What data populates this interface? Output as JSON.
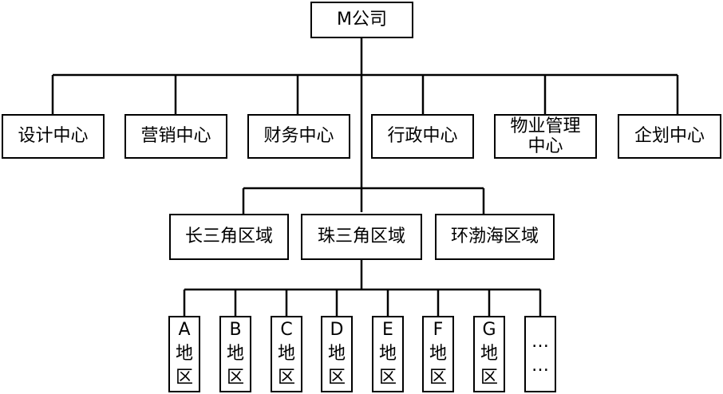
{
  "root": {
    "label": "M公司"
  },
  "centers": [
    {
      "label": "设计中心"
    },
    {
      "label": "营销中心"
    },
    {
      "label": "财务中心"
    },
    {
      "label": "行政中心"
    },
    {
      "label": "物业管理中心",
      "line1": "物业管理",
      "line2": "中心"
    },
    {
      "label": "企划中心"
    }
  ],
  "regions": [
    {
      "label": "长三角区域"
    },
    {
      "label": "珠三角区域"
    },
    {
      "label": "环渤海区域"
    }
  ],
  "districts": [
    {
      "letter": "A",
      "char1": "地",
      "char2": "区"
    },
    {
      "letter": "B",
      "char1": "地",
      "char2": "区"
    },
    {
      "letter": "C",
      "char1": "地",
      "char2": "区"
    },
    {
      "letter": "D",
      "char1": "地",
      "char2": "区"
    },
    {
      "letter": "E",
      "char1": "地",
      "char2": "区"
    },
    {
      "letter": "F",
      "char1": "地",
      "char2": "区"
    },
    {
      "letter": "G",
      "char1": "地",
      "char2": "区"
    },
    {
      "letter": "…",
      "char1": "…",
      "char2": ""
    }
  ]
}
